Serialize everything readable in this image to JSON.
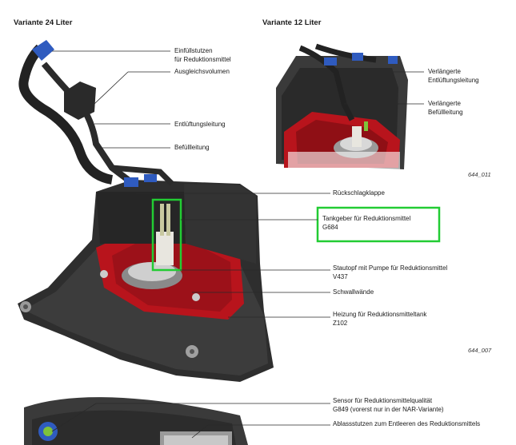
{
  "headings": {
    "left": "Variante 24 Liter",
    "right": "Variante 12 Liter"
  },
  "labels_24": {
    "einfuell": [
      "Einfüllstutzen",
      "für Reduktionsmittel"
    ],
    "ausgleich": [
      "Ausgleichsvolumen"
    ],
    "entlueftung": [
      "Entlüftungsleitung"
    ],
    "befuell": [
      "Befüllleitung"
    ],
    "rueckschlag": [
      "Rückschlagklappe"
    ],
    "tankgeber": [
      "Tankgeber für Reduktionsmittel",
      "G684"
    ],
    "stautopf": [
      "Stautopf mit Pumpe für Reduktionsmittel",
      "V437"
    ],
    "schwall": [
      "Schwallwände"
    ],
    "heizung": [
      "Heizung für Reduktionsmitteltank",
      "Z102"
    ],
    "sensor": [
      "Sensor für Reduktionsmittelqualität",
      "G849 (vorerst nur in der NAR-Variante)"
    ],
    "ablass": [
      "Ablassstutzen zum Entleeren des Reduktionsmittels"
    ]
  },
  "labels_12": {
    "verl_entl": [
      "Verlängerte",
      "Entlüftungsleitung"
    ],
    "verl_bef": [
      "Verlängerte",
      "Befüllleitung"
    ]
  },
  "figure_ids": {
    "top": "644_011",
    "mid": "644_007"
  },
  "colors": {
    "highlight": "#22cc33",
    "tank_dark": "#2e2e2e",
    "tank_red": "#b8141c",
    "cap_blue": "#2f5bbf"
  }
}
